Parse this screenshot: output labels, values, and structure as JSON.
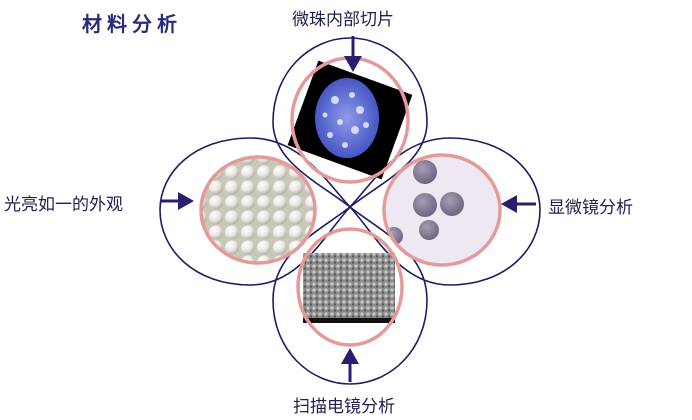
{
  "title": "材料分析",
  "labels": {
    "top": "微珠内部切片",
    "left": "光亮如一的外观",
    "right": "显微镜分析",
    "bottom": "扫描电镜分析"
  },
  "colors": {
    "outline": "#1c1c64",
    "ring": "#e49a9a",
    "arrow": "#2a1f6e"
  }
}
